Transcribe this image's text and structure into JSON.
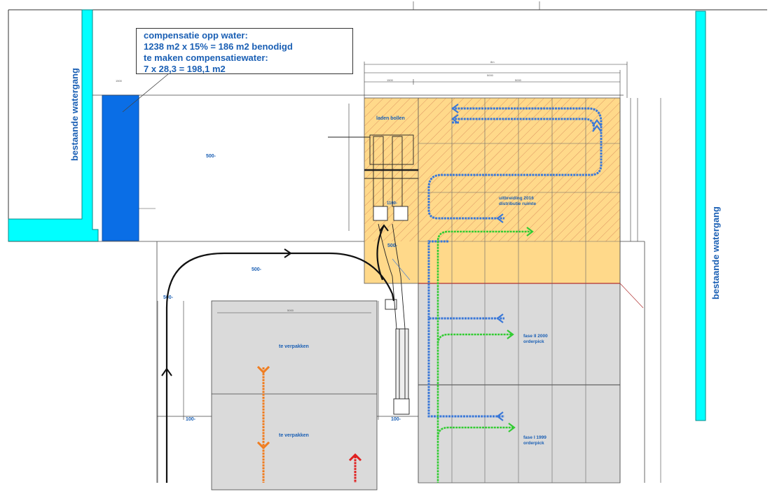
{
  "note": {
    "line1": "compensatie opp water:",
    "line2": "1238 m2 x 15% = 186 m2 benodigd",
    "line3": "te maken compensatiewater:",
    "line4": "7 x 28,3 = 198,1 m2"
  },
  "labels": {
    "watergang_left": "bestaande watergang",
    "watergang_right": "bestaande watergang",
    "laden_bollen": "laden bollen",
    "uitbreiding_line1": "uitbreiding 2016",
    "uitbreiding_line2": "distributie ruimte",
    "fase2_line1": "fase II 2000",
    "fase2_line2": "orderpick",
    "fase1_line1": "fase I 1999",
    "fase1_line2": "orderpick",
    "te_verpakken_1": "te verpakken",
    "te_verpakken_2": "te verpakken",
    "level_500_a": "500-",
    "level_500_b": "500-",
    "level_500_c": "500-",
    "level_500_d": "500-",
    "level_100_a": "100-",
    "level_100_b": "100-",
    "level_1100": "1100-"
  },
  "colors": {
    "water_cyan": "#00ffff",
    "water_blue": "#0a6ee6",
    "orange_zone": "#ffd98a",
    "grey_zone": "#dadada",
    "flow_blue": "#3a78d8",
    "flow_green": "#33cc33",
    "flow_orange": "#f07d20",
    "flow_red": "#e02020"
  }
}
